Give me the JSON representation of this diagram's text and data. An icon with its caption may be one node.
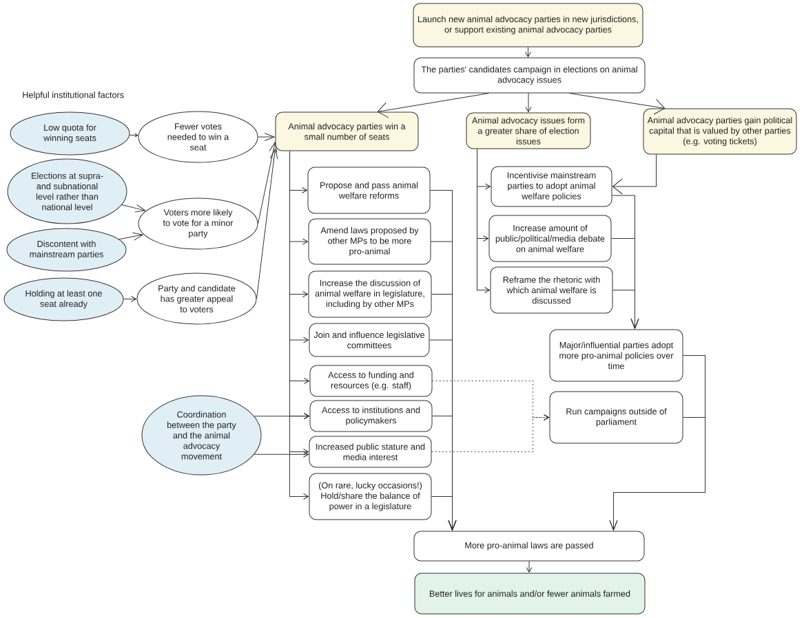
{
  "diagram": {
    "nodes": [
      {
        "text": [
          "Launch new animal advocacy parties in new jurisdictions, or support existing animal advocacy parties"
        ]
      },
      {
        "text": [
          "The parties' candidates campaign in elections on animal advocacy issues"
        ]
      },
      {
        "text": [
          "Animal advocacy parties win a small number of seats"
        ]
      },
      {
        "text": [
          "Animal advocacy issues form a greater share of election issues"
        ]
      },
      {
        "text": [
          "Animal advocacy parties gain political capital that is valued by other parties (e.g. voting tickets)"
        ]
      },
      {
        "text": [
          "Low quota for winning seats"
        ]
      },
      {
        "text": [
          "Fewer votes needed to win a seat"
        ]
      },
      {
        "text": [
          "Elections at supra- and subnational level rather than national level"
        ]
      },
      {
        "text": [
          "Discontent with mainstream parties"
        ]
      },
      {
        "text": [
          "Voters more likely to vote for a minor party"
        ]
      },
      {
        "text": [
          "Holding at least one seat already"
        ]
      },
      {
        "text": [
          "Party and candidate has greater appeal to voters"
        ]
      },
      {
        "text": [
          "Propose and pass animal welfare reforms"
        ]
      },
      {
        "text": [
          "Amend laws proposed by other MPs to be more pro-animal"
        ]
      },
      {
        "text": [
          "Increase the discussion of animal welfare in legislature, including by other MPs"
        ]
      },
      {
        "text": [
          "Join and influence legislative committees"
        ]
      },
      {
        "text": [
          "Access to funding and resources (e.g. staff)"
        ]
      },
      {
        "text": [
          "Access to institutions and policymakers"
        ]
      },
      {
        "text": [
          "Increased public stature and media interest"
        ]
      },
      {
        "text": [
          "(On rare, lucky occasions!) Hold/share the balance of power in a legislature"
        ]
      },
      {
        "text": [
          "Coordination between the party and the animal advocacy movement"
        ]
      },
      {
        "text": [
          "Incentivise mainstream parties to adopt animal welfare policies"
        ]
      },
      {
        "text": [
          "Increase amount of public/political/media debate on animal welfare"
        ]
      },
      {
        "text": [
          "Reframe the rhetoric with which animal welfare is discussed"
        ]
      },
      {
        "text": [
          "Major/influential parties adopt more pro-animal policies over time"
        ]
      },
      {
        "text": [
          "Run campaigns outside of parliament"
        ]
      },
      {
        "text": [
          "More pro-animal laws are passed"
        ]
      },
      {
        "text": [
          "Better lives for animals and/or fewer animals farmed"
        ]
      }
    ],
    "edges": [
      {
        "from": 0,
        "to": 1,
        "arrow": "to"
      },
      {
        "from": 1,
        "to": 2,
        "arrow": "to"
      },
      {
        "from": 1,
        "to": 3,
        "arrow": "to"
      },
      {
        "from": 1,
        "to": 4,
        "arrow": "to"
      },
      {
        "from": 5,
        "to": 6,
        "arrow": "to"
      },
      {
        "from": 6,
        "to": 2,
        "arrow": "to"
      },
      {
        "from": 7,
        "to": 9,
        "arrow": "to"
      },
      {
        "from": 8,
        "to": 9,
        "arrow": "to"
      },
      {
        "from": 9,
        "to": 2,
        "arrow": "to"
      },
      {
        "from": 10,
        "to": 11,
        "arrow": "to"
      },
      {
        "from": 11,
        "to": 2,
        "arrow": "to"
      },
      {
        "from": 2,
        "to": 12,
        "arrow": "to"
      },
      {
        "from": 2,
        "to": 13,
        "arrow": "to"
      },
      {
        "from": 2,
        "to": 14,
        "arrow": "to"
      },
      {
        "from": 2,
        "to": 15,
        "arrow": "to"
      },
      {
        "from": 2,
        "to": 16,
        "arrow": "to"
      },
      {
        "from": 2,
        "to": 17,
        "arrow": "to"
      },
      {
        "from": 2,
        "to": 18,
        "arrow": "to"
      },
      {
        "from": 2,
        "to": 19,
        "arrow": "to"
      },
      {
        "from": 20,
        "to": 17,
        "arrow": "to"
      },
      {
        "from": 20,
        "to": 18,
        "arrow": "to"
      },
      {
        "from": 12,
        "to": 26,
        "arrow": "to"
      },
      {
        "from": 13,
        "to": 26,
        "arrow": "to"
      },
      {
        "from": 14,
        "to": 26,
        "arrow": "to"
      },
      {
        "from": 15,
        "to": 26,
        "arrow": "to"
      },
      {
        "from": 17,
        "to": 26,
        "arrow": "to"
      },
      {
        "from": 19,
        "to": 26,
        "arrow": "to"
      },
      {
        "from": 16,
        "to": 25,
        "arrow": "to",
        "style": "dashed"
      },
      {
        "from": 18,
        "to": 25,
        "arrow": "to",
        "style": "dashed"
      },
      {
        "from": 3,
        "to": 21,
        "arrow": "to"
      },
      {
        "from": 3,
        "to": 22,
        "arrow": "to"
      },
      {
        "from": 3,
        "to": 23,
        "arrow": "to"
      },
      {
        "from": 4,
        "to": 21,
        "arrow": "to"
      },
      {
        "from": 21,
        "to": 24,
        "arrow": "to"
      },
      {
        "from": 22,
        "to": 24,
        "arrow": "to"
      },
      {
        "from": 23,
        "to": 24,
        "arrow": "to"
      },
      {
        "from": 24,
        "to": 26,
        "arrow": "to"
      },
      {
        "from": 25,
        "to": 26,
        "arrow": "to"
      },
      {
        "from": 26,
        "to": 27,
        "arrow": "to"
      }
    ],
    "labels": [
      "Helpful institutional factors"
    ]
  }
}
